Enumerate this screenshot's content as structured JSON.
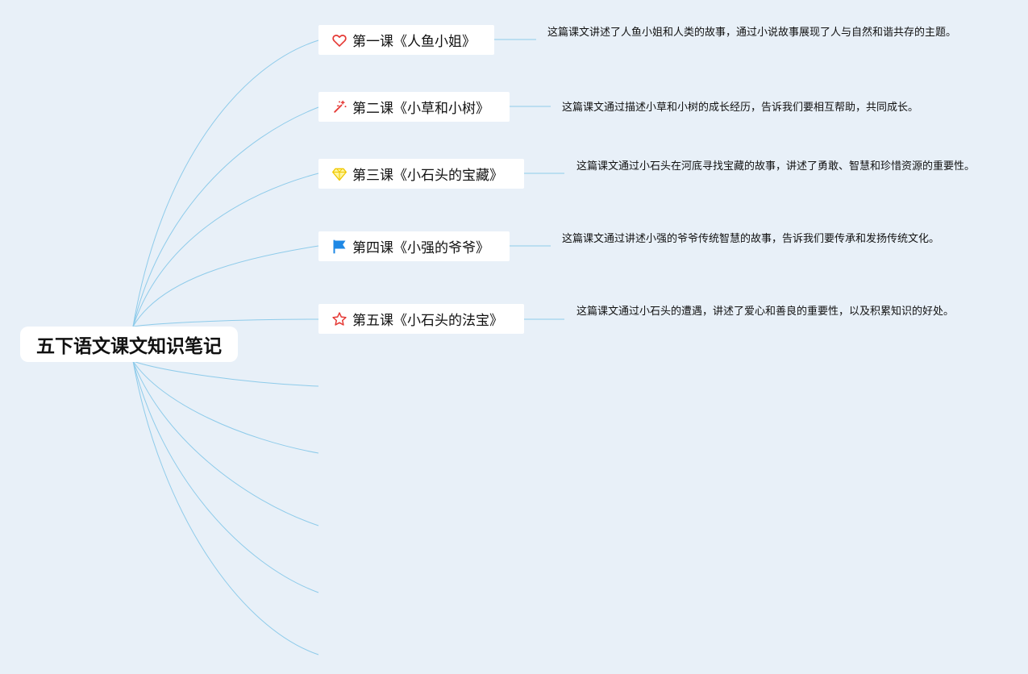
{
  "root": {
    "title": "五下语文课文知识笔记"
  },
  "lessons": [
    {
      "title": "第一课《人鱼小姐》",
      "icon": "heart-icon",
      "icon_color": "#e53935",
      "description": "这篇课文讲述了人鱼小姐和人类的故事，通过小说故事展现了人与自然和谐共存的主题。"
    },
    {
      "title": "第二课《小草和小树》",
      "icon": "magic-wand-icon",
      "icon_color": "#e53935",
      "description": "这篇课文通过描述小草和小树的成长经历，告诉我们要相互帮助，共同成长。"
    },
    {
      "title": "第三课《小石头的宝藏》",
      "icon": "diamond-icon",
      "icon_color": "#f5d90a",
      "description": "这篇课文通过小石头在河底寻找宝藏的故事，讲述了勇敢、智慧和珍惜资源的重要性。"
    },
    {
      "title": "第四课《小强的爷爷》",
      "icon": "flag-icon",
      "icon_color": "#1e88e5",
      "description": "这篇课文通过讲述小强的爷爷传统智慧的故事，告诉我们要传承和发扬传统文化。"
    },
    {
      "title": "第五课《小石头的法宝》",
      "icon": "star-icon",
      "icon_color": "#e53935",
      "description": "这篇课文通过小石头的遭遇，讲述了爱心和善良的重要性，以及积累知识的好处。"
    }
  ],
  "colors": {
    "background": "#e8f0f8",
    "connector": "#8ecbea"
  }
}
